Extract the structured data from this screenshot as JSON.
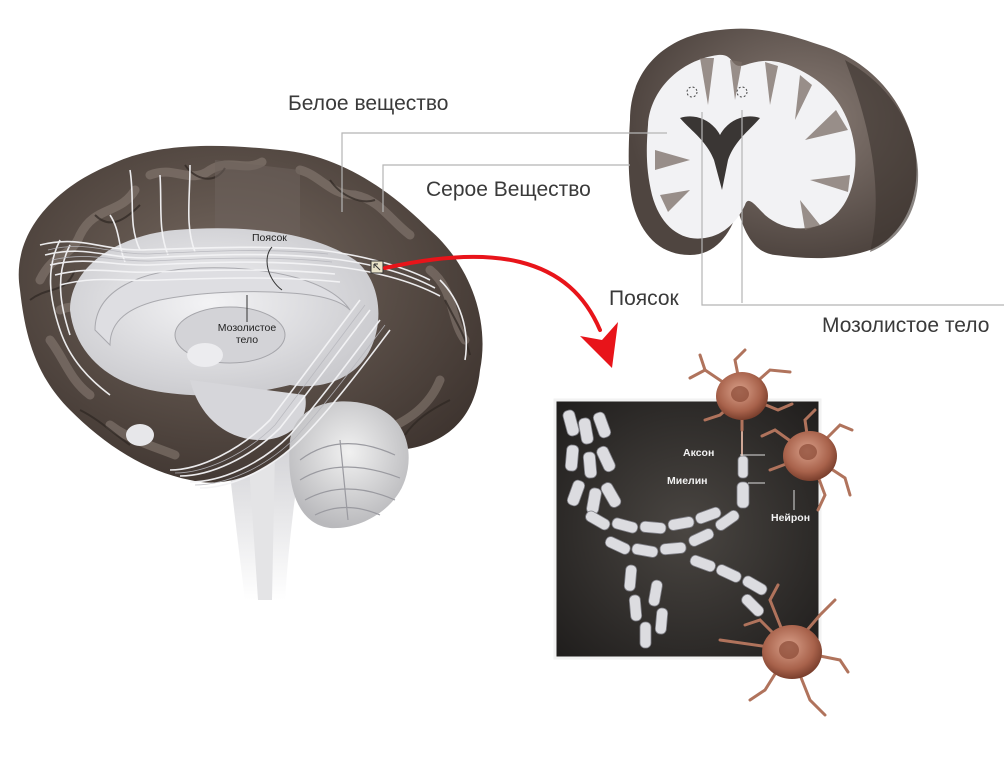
{
  "labels": {
    "white_matter": "Белое вещество",
    "gray_matter": "Серое Вещество",
    "cingulum": "Поясок",
    "corpus_callosum": "Мозолистое тело",
    "small_cingulum": "Поясок",
    "small_callosum_line1": "Мозолистое",
    "small_callosum_line2": "тело",
    "axon": "Аксон",
    "myelin": "Миелин",
    "neuron": "Нейрон"
  },
  "colors": {
    "cortex_dark": "#5b4f48",
    "white_matter": "#e6e6e8",
    "arrow": "#e8141a",
    "inset_bg": "#3d3a38",
    "neuron": "#b0735c"
  }
}
